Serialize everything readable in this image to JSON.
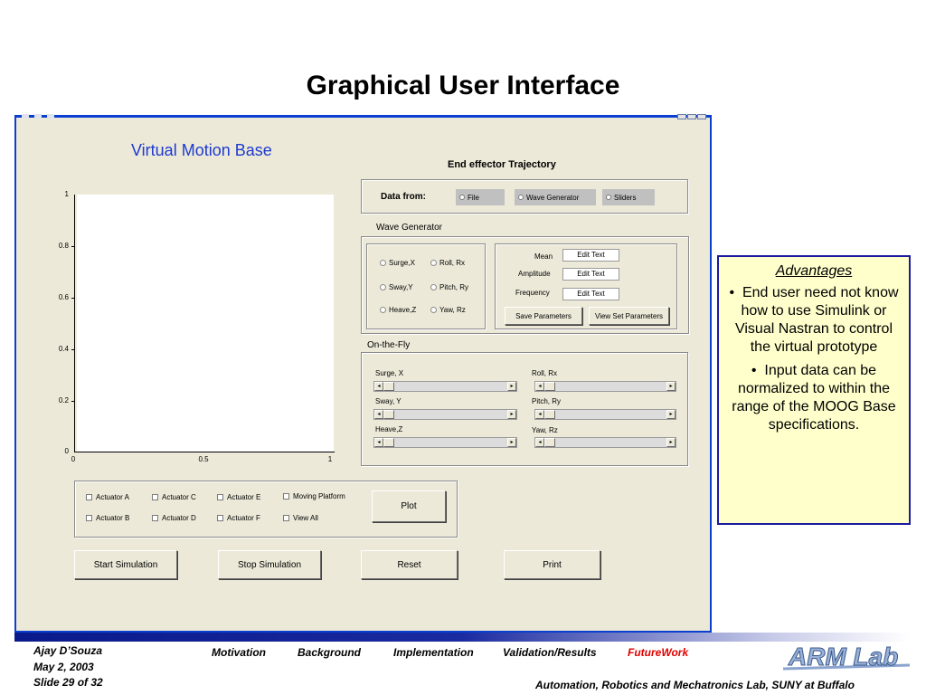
{
  "slide": {
    "title": "Graphical User Interface"
  },
  "app": {
    "title": "Virtual Motion Base"
  },
  "plot": {
    "yticks": [
      "1",
      "0.8",
      "0.6",
      "0.4",
      "0.2",
      "0"
    ],
    "xticks": [
      "0",
      "0.5",
      "1"
    ]
  },
  "trajectory": {
    "title": "End effector Trajectory",
    "data_from_label": "Data from:",
    "sources": [
      "File",
      "Wave Generator",
      "Sliders"
    ]
  },
  "wave_generator": {
    "title": "Wave Generator",
    "radios": [
      "Surge,X",
      "Roll, Rx",
      "Sway,Y",
      "Pitch, Ry",
      "Heave,Z",
      "Yaw, Rz"
    ],
    "fields": [
      {
        "label": "Mean",
        "value": "Edit Text"
      },
      {
        "label": "Amplitude",
        "value": "Edit Text"
      },
      {
        "label": "Frequency",
        "value": "Edit Text"
      }
    ],
    "save_button": "Save Parameters",
    "view_button": "View Set Parameters"
  },
  "on_the_fly": {
    "title": "On-the-Fly",
    "sliders": [
      "Surge, X",
      "Roll, Rx",
      "Sway, Y",
      "Pitch, Ry",
      "Heave,Z",
      "Yaw, Rz"
    ]
  },
  "actuators": {
    "checkboxes": [
      "Actuator A",
      "Actuator C",
      "Actuator E",
      "Moving Platform",
      "Actuator B",
      "Actuator D",
      "Actuator F",
      "View All"
    ],
    "plot_button": "Plot"
  },
  "buttons": {
    "start": "Start Simulation",
    "stop": "Stop Simulation",
    "reset": "Reset",
    "print": "Print"
  },
  "advantages": {
    "title": "Advantages",
    "bullets": [
      "End user need not know how to use Simulink or Visual Nastran to control the virtual prototype",
      "Input data can be normalized to within the range of the MOOG Base specifications."
    ]
  },
  "footer": {
    "author": "Ajay D’Souza",
    "date": "May 2, 2003",
    "slide": "Slide 29 of 32",
    "nav": [
      "Motivation",
      "Background",
      "Implementation",
      "Validation/Results",
      "FutureWork"
    ],
    "lab": "Automation, Robotics and Mechatronics Lab, SUNY at Buffalo",
    "logo": "ARM Lab",
    "highlight_color": "#e00000"
  }
}
